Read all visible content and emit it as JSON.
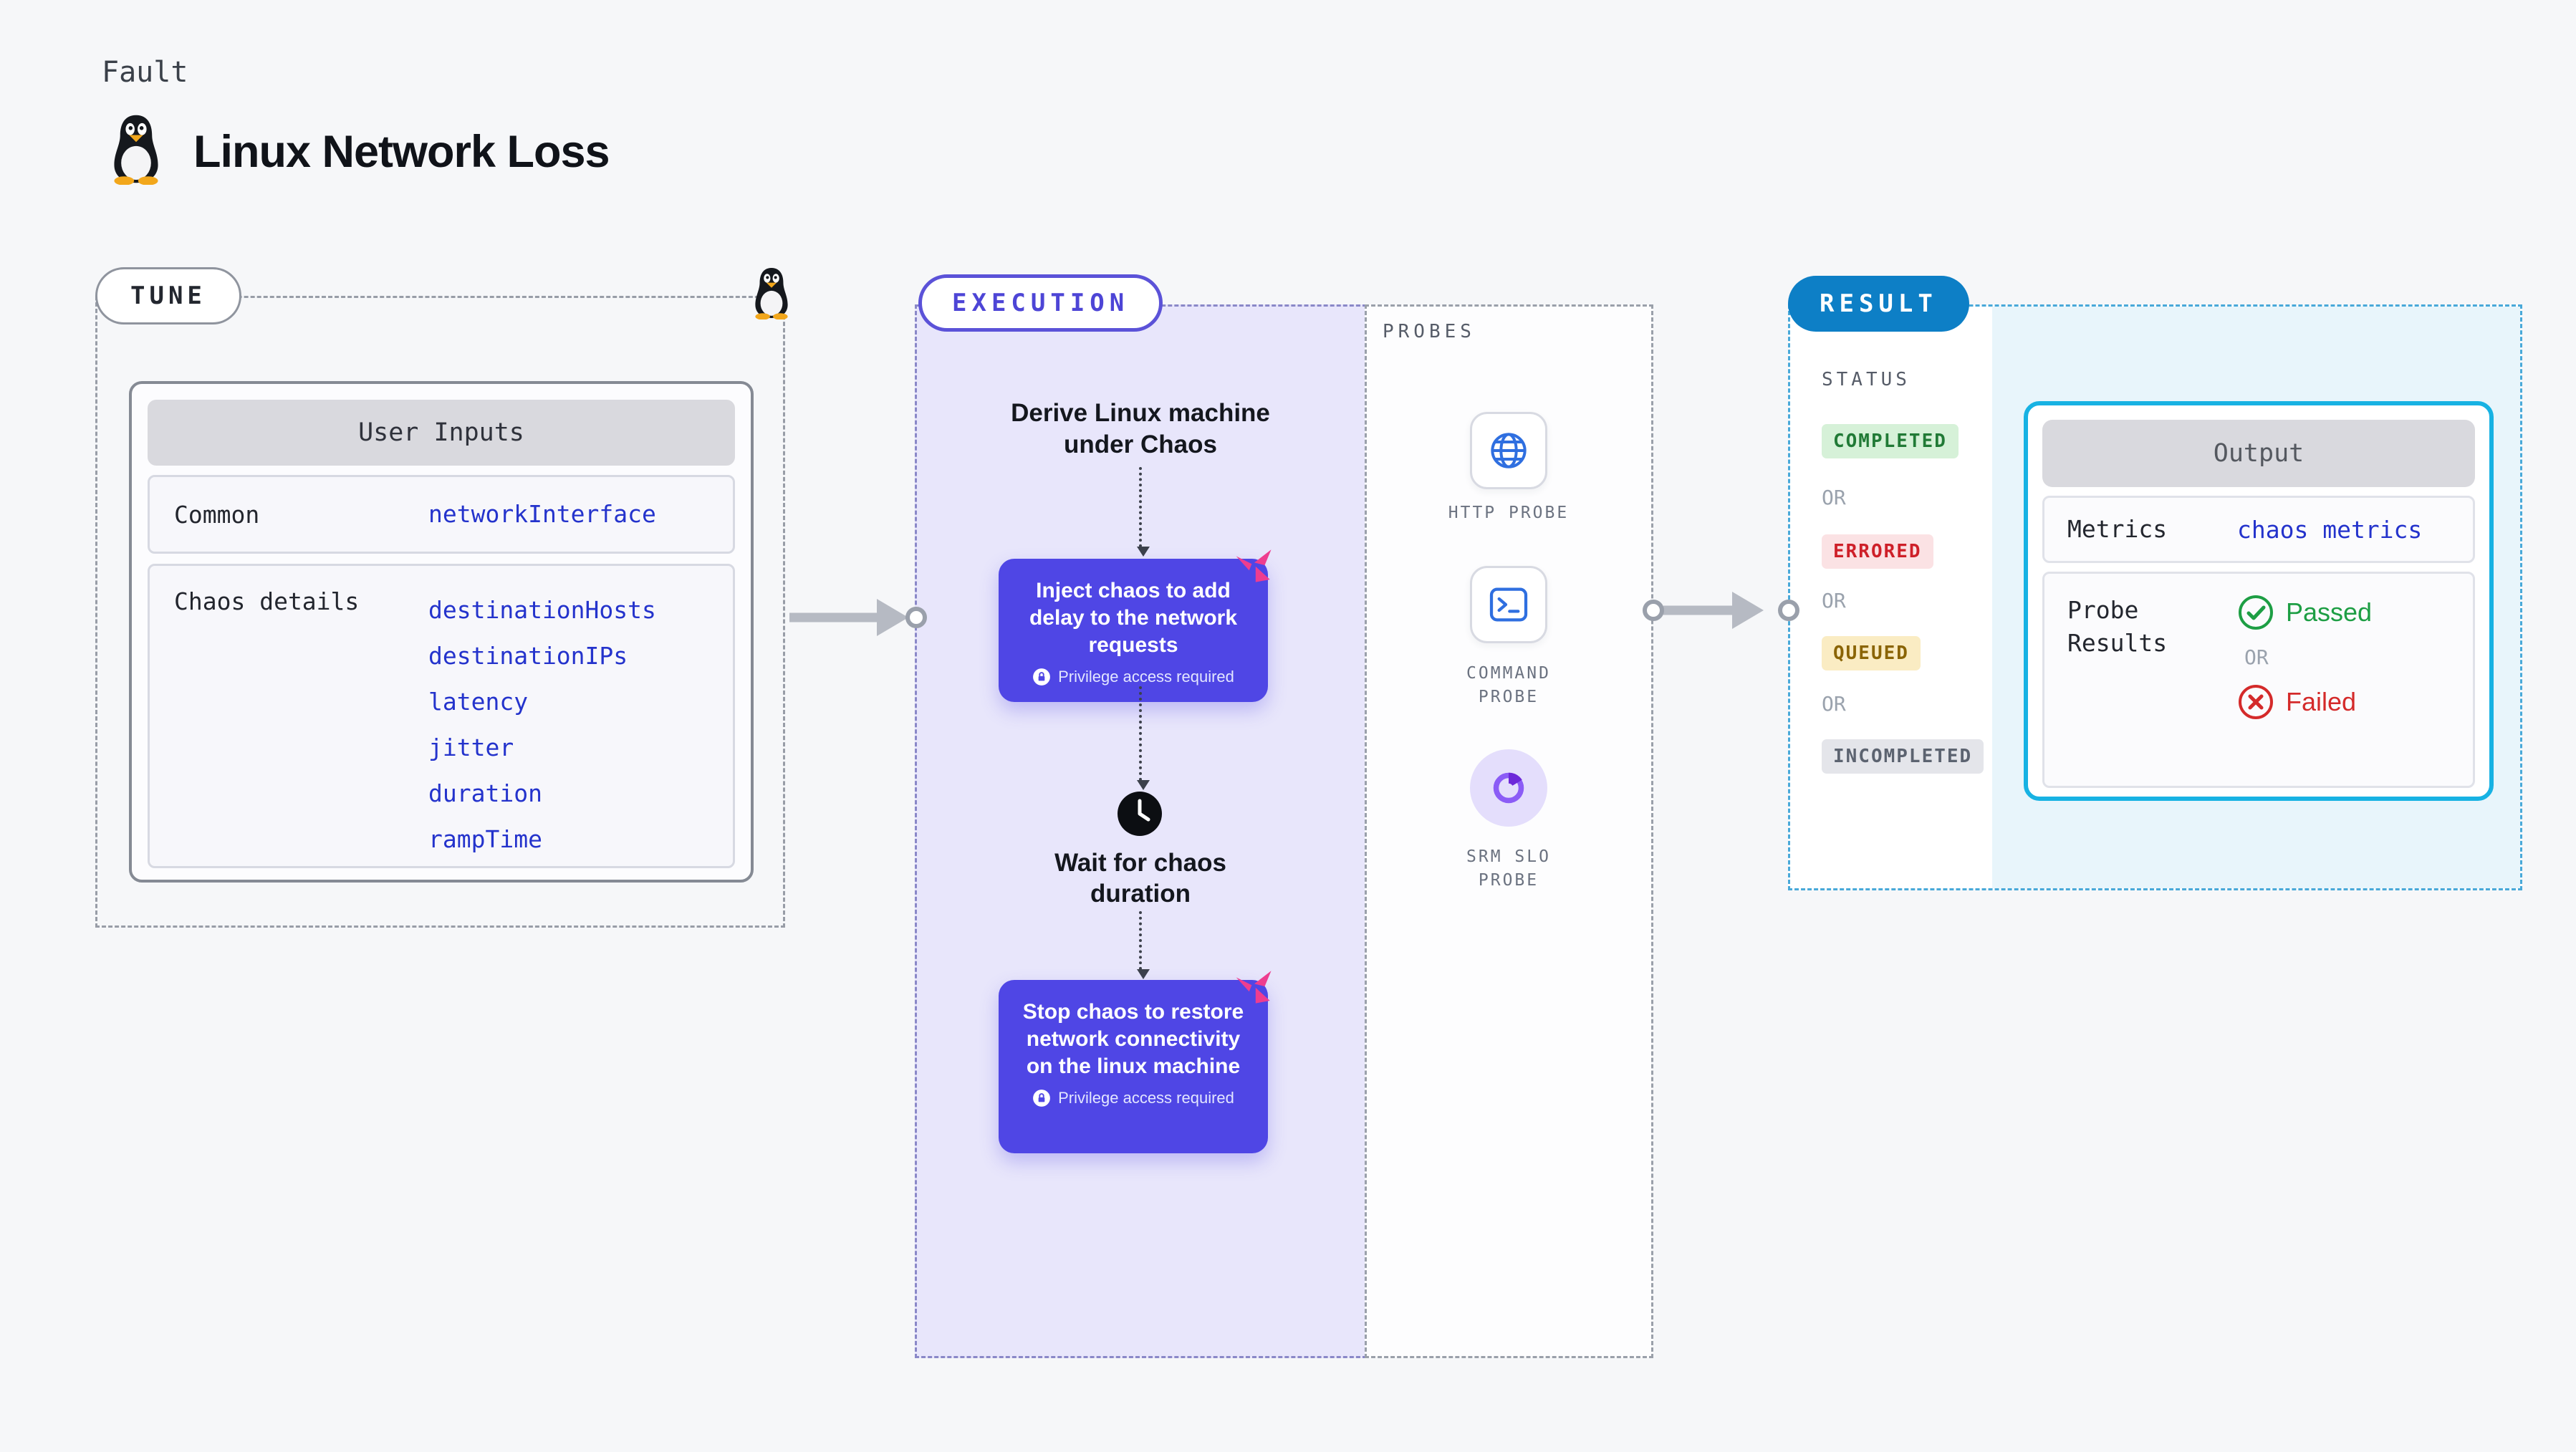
{
  "page": {
    "kicker": "Fault",
    "title": "Linux Network Loss"
  },
  "tune": {
    "label": "TUNE",
    "card": {
      "header": "User Inputs",
      "rows": [
        {
          "label": "Common",
          "values": [
            "networkInterface"
          ]
        },
        {
          "label": "Chaos details",
          "values": [
            "destinationHosts",
            "destinationIPs",
            "latency",
            "jitter",
            "duration",
            "rampTime"
          ]
        }
      ]
    }
  },
  "execution": {
    "label": "EXECUTION",
    "steps": {
      "derive": "Derive Linux machine under Chaos",
      "inject": "Inject chaos to add delay to the network requests",
      "wait": "Wait for chaos duration",
      "stop": "Stop chaos to restore network connectivity on the linux machine",
      "privilege": "Privilege access required"
    }
  },
  "probes": {
    "label": "PROBES",
    "items": [
      {
        "name": "HTTP PROBE",
        "icon": "globe-icon"
      },
      {
        "name": "COMMAND PROBE",
        "icon": "terminal-icon"
      },
      {
        "name": "SRM SLO PROBE",
        "icon": "slo-gauge-icon"
      }
    ]
  },
  "result": {
    "label": "RESULT",
    "status": {
      "heading": "STATUS",
      "separator": "OR",
      "badges": [
        {
          "text": "COMPLETED",
          "bg": "#d6f1d8",
          "color": "#217a36"
        },
        {
          "text": "ERRORED",
          "bg": "#fbe2e4",
          "color": "#ce2029"
        },
        {
          "text": "QUEUED",
          "bg": "#faecc3",
          "color": "#8a6404"
        },
        {
          "text": "INCOMPLETED",
          "bg": "#e4e5ea",
          "color": "#5c6370"
        }
      ]
    },
    "output": {
      "header": "Output",
      "rows": [
        {
          "label": "Metrics",
          "value": "chaos metrics"
        },
        {
          "label": "Probe Results",
          "passed": "Passed",
          "separator": "OR",
          "failed": "Failed"
        }
      ]
    }
  },
  "colors": {
    "accent_indigo": "#4f46e5",
    "param_blue": "#2433cc",
    "result_blue": "#0d7fc6",
    "output_border": "#17b2e3",
    "exec_bg": "#e8e6fb",
    "passed_green": "#1d9e44",
    "failed_red": "#d42a2a",
    "chaos_pink": "#ee3d8f"
  }
}
